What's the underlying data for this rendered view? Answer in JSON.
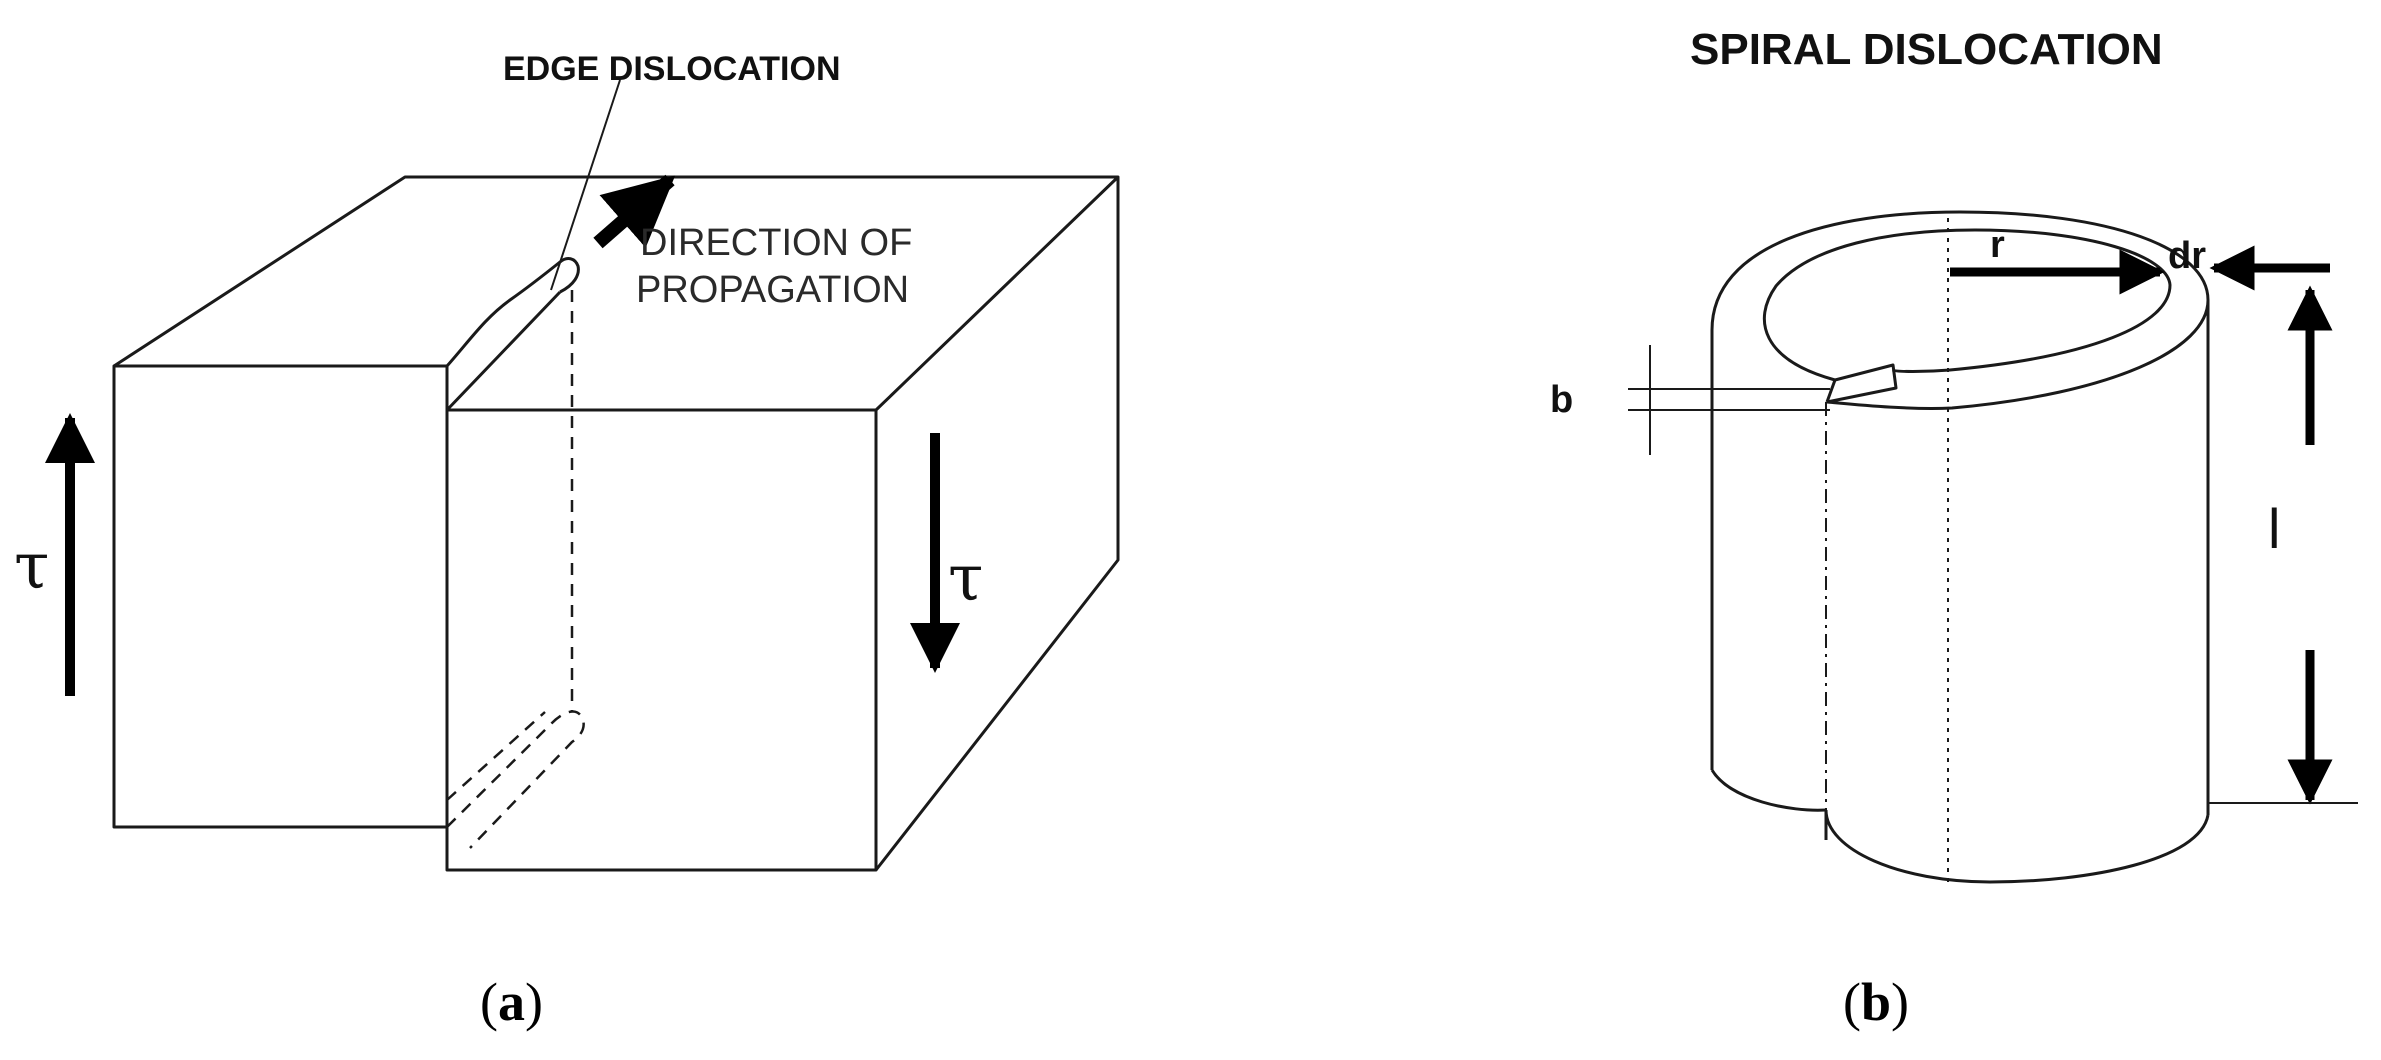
{
  "panel_a": {
    "edge_label": "EDGE DISLOCATION",
    "direction_line1": "DIRECTION OF",
    "direction_line2": "PROPAGATION",
    "tau_left": "τ",
    "tau_right": "τ",
    "caption_open": "(",
    "caption_letter": "a",
    "caption_close": ")"
  },
  "panel_b": {
    "title": "SPIRAL DISLOCATION",
    "label_r": "r",
    "label_dr": "dr",
    "label_b": "b",
    "label_l": "l",
    "caption_open": "(",
    "caption_letter": "b",
    "caption_close": ")"
  }
}
